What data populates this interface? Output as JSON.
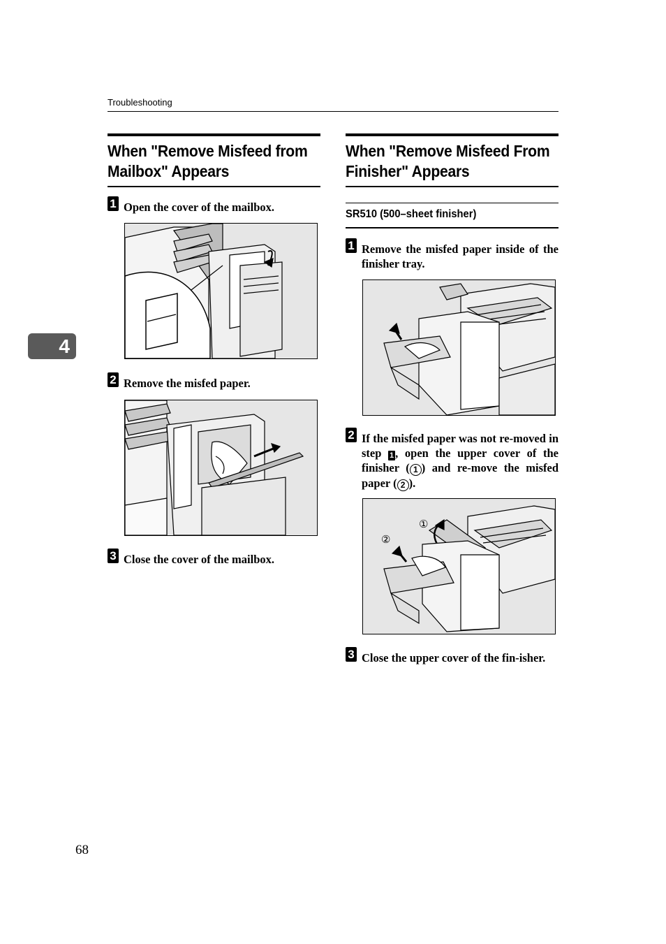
{
  "header": {
    "running_title": "Troubleshooting"
  },
  "chapter_tab": "4",
  "left_section": {
    "title_line1": "When \"Remove Misfeed from",
    "title_line2": "Mailbox\" Appears",
    "steps": [
      {
        "num": "1",
        "text": "Open the cover of the mailbox."
      },
      {
        "num": "2",
        "text": "Remove the misfed paper."
      },
      {
        "num": "3",
        "text": "Close the cover of the mailbox."
      }
    ]
  },
  "right_section": {
    "title_line1": "When \"Remove Misfeed From",
    "title_line2": "Finisher\" Appears",
    "subsection": "SR510 (500–sheet finisher)",
    "steps": [
      {
        "num": "1",
        "text": "Remove the misfed paper inside of the finisher tray."
      },
      {
        "num": "2",
        "text_a": "If the misfed paper was not re-moved in step ",
        "step_ref": "1",
        "text_b": ", open the upper cover of the finisher (",
        "callout1": "1",
        "text_c": ") and re-move the misfed paper (",
        "callout2": "2",
        "text_d": ")."
      },
      {
        "num": "3",
        "text": "Close the upper cover of the fin-isher."
      }
    ],
    "figure_callouts": [
      "①",
      "②"
    ]
  },
  "footer": {
    "page_number": "68"
  }
}
